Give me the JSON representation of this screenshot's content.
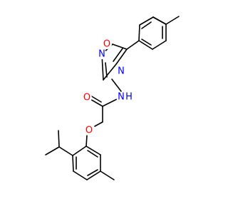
{
  "atoms": {
    "ring_oxygen": {
      "symbol": "O",
      "color": "#ff0000"
    },
    "ring_nitrogen_top": {
      "symbol": "N",
      "color": "#0000ff"
    },
    "ring_nitrogen_bottom": {
      "symbol": "N",
      "color": "#0000ff"
    },
    "amide_nitrogen": {
      "symbol": "N",
      "color": "#0000ff"
    },
    "amide_hydrogen": {
      "symbol": "H",
      "color": "#0000ff"
    },
    "carbonyl_oxygen": {
      "symbol": "O",
      "color": "#ff0000"
    },
    "ether_oxygen": {
      "symbol": "O",
      "color": "#ff0000"
    }
  },
  "colors": {
    "bond": "#000000",
    "background": "#ffffff"
  }
}
